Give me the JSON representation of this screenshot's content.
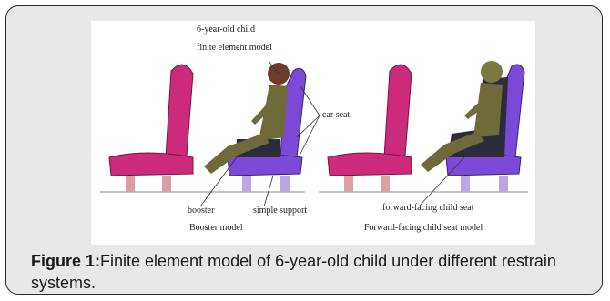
{
  "figure": {
    "labels": {
      "child_age": "6-year-old child",
      "fe_model": "finite element model",
      "car_seat": "car seat",
      "booster": "booster",
      "simple_support": "simple support",
      "booster_model": "Booster model",
      "forward_seat": "forward-facing child seat",
      "forward_model": "Forward-facing child seat model"
    },
    "colors": {
      "car_seat_pink": "#cc2a7a",
      "car_seat_purple": "#7a4ad6",
      "dummy_olive": "#6e6a3a",
      "child_seat_dark": "#2c2c3c"
    }
  },
  "caption": {
    "label": "Figure 1:",
    "text": "Finite element model of 6-year-old child under different restrain systems."
  }
}
